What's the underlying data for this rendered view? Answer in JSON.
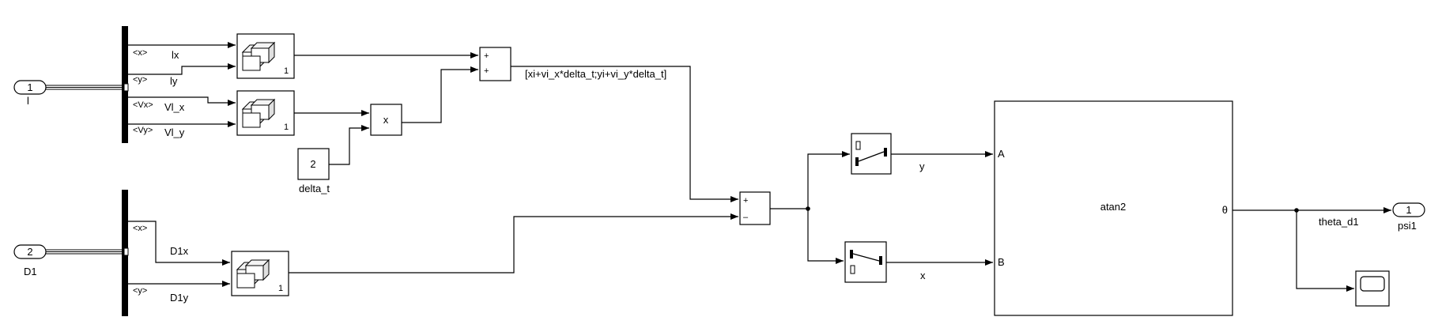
{
  "inports": [
    {
      "number": "1",
      "name": "l"
    },
    {
      "number": "2",
      "name": "D1"
    }
  ],
  "outport": {
    "number": "1",
    "name": "psi1"
  },
  "bus_selector_1": {
    "elements": [
      "<x>",
      "<y>",
      "<Vx>",
      "<Vy>"
    ]
  },
  "bus_selector_2": {
    "elements": [
      "<x>",
      "<y>"
    ]
  },
  "signals": {
    "lx": "lx",
    "ly": "ly",
    "vlx": "Vl_x",
    "vly": "Vl_y",
    "d1x": "D1x",
    "d1y": "D1y",
    "sum1_out": "[xi+vi_x*delta_t;yi+vi_y*delta_t]",
    "y": "y",
    "x": "x",
    "theta": "theta_d1"
  },
  "delay_blocks": [
    {
      "value": "1"
    },
    {
      "value": "1"
    },
    {
      "value": "1"
    }
  ],
  "constant": {
    "value": "2",
    "name": "delta_t"
  },
  "product": {
    "symbol": "x"
  },
  "sum1": {
    "signs": [
      "+",
      "+"
    ]
  },
  "sum2": {
    "signs": [
      "+",
      "–"
    ]
  },
  "atan2": {
    "title": "atan2",
    "port_a": "A",
    "port_b": "B",
    "port_out": "θ"
  }
}
